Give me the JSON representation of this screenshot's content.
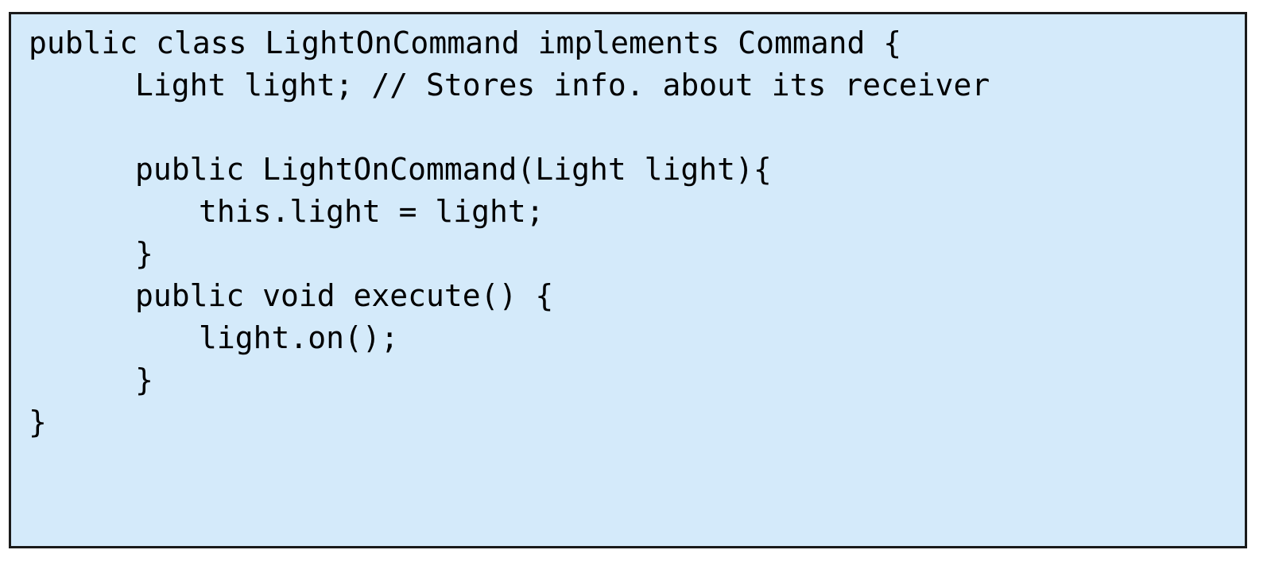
{
  "code": {
    "lines": [
      "public class LightOnCommand implements Command {",
      "Light light; // Stores info. about its receiver",
      "",
      "public LightOnCommand(Light light){",
      "this.light = light;",
      "}",
      "public void execute() {",
      "light.on();",
      "}",
      "}"
    ]
  },
  "colors": {
    "background": "#d4eafa",
    "border": "#1a1a1a",
    "text": "#000000"
  }
}
